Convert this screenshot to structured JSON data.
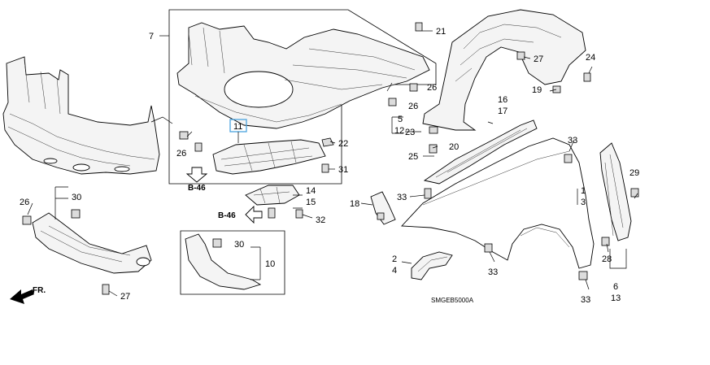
{
  "diagram": {
    "title_code": "SMGEB5000A",
    "direction_label": "FR.",
    "highlight_color": "#4aa3df",
    "callouts": {
      "c1": "1",
      "c2": "2",
      "c3": "3",
      "c4": "4",
      "c5": "5",
      "c6": "6",
      "c7": "7",
      "c10": "10",
      "c11": "11",
      "c12": "12",
      "c13": "13",
      "c14": "14",
      "c15": "15",
      "c16": "16",
      "c17": "17",
      "c18": "18",
      "c19": "19",
      "c20": "20",
      "c21": "21",
      "c22": "22",
      "c23": "23",
      "c24": "24",
      "c25": "25",
      "c26a": "26",
      "c26b": "26",
      "c26c": "26",
      "c26d": "26",
      "c27a": "27",
      "c27b": "27",
      "c28": "28",
      "c29": "29",
      "c30a": "30",
      "c30b": "30",
      "c31": "31",
      "c32": "32",
      "c33a": "33",
      "c33b": "33",
      "c33c": "33",
      "c33d": "33"
    },
    "refs": {
      "b46a": "B-46",
      "b46b": "B-46"
    }
  }
}
